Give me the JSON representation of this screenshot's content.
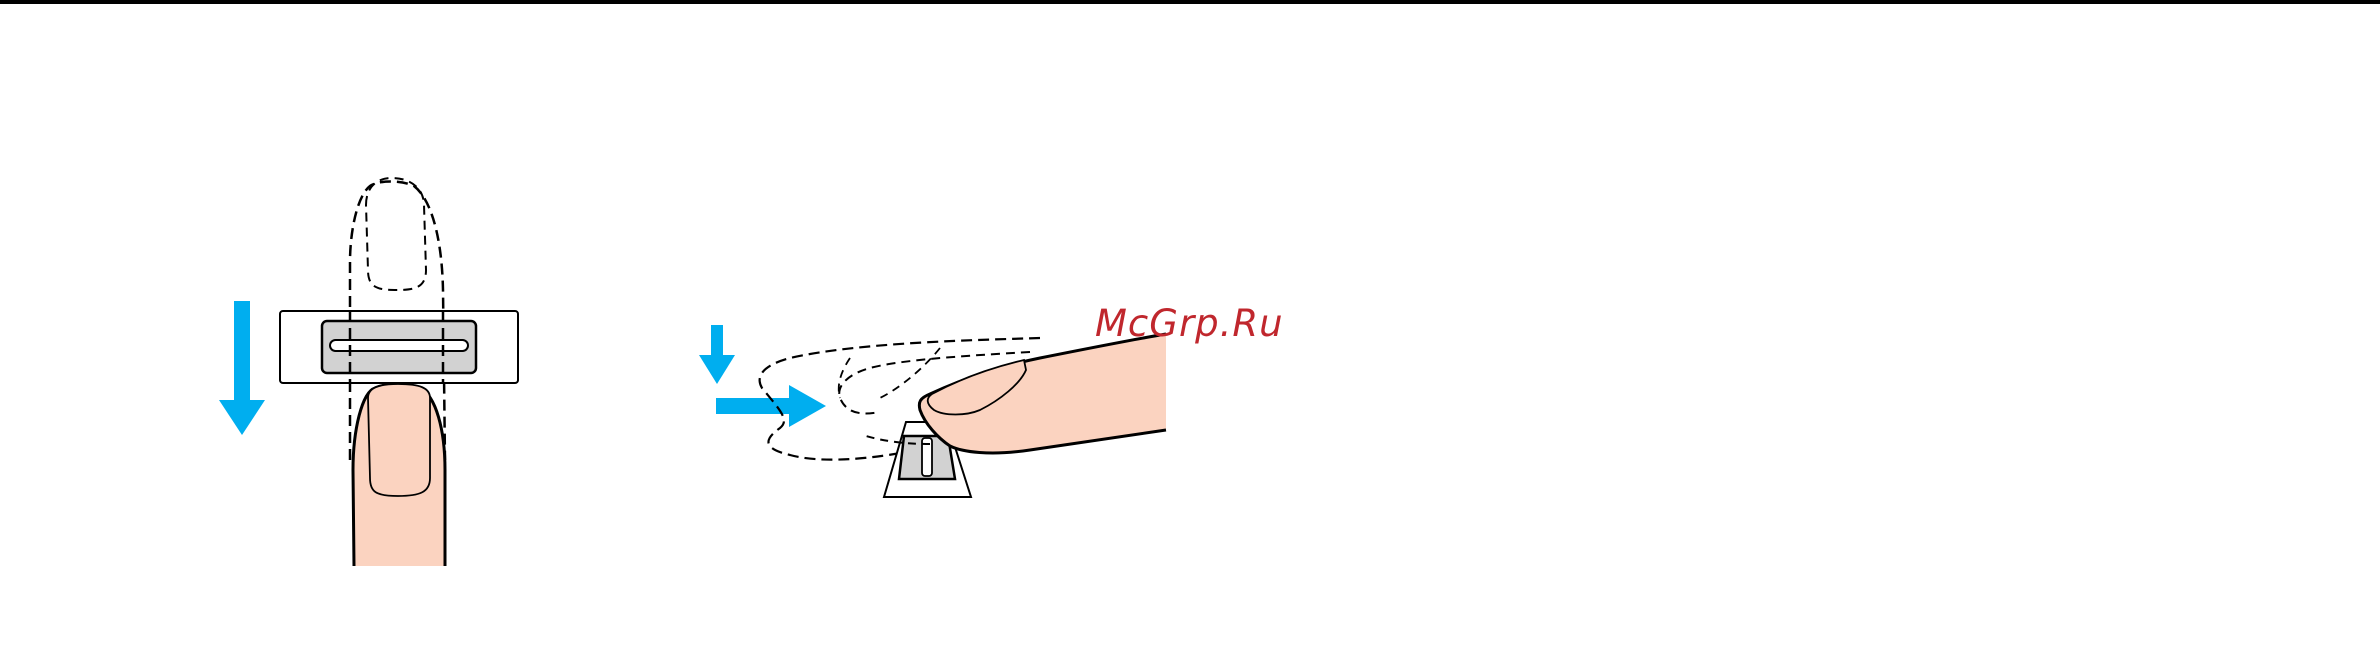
{
  "watermark": {
    "text": "McGrp.Ru"
  },
  "colors": {
    "arrow": "#00aeef",
    "skin": "#fbd3c0",
    "sensor_body": "#d2d2d2",
    "outline": "#000000",
    "watermark": "#c0272d"
  },
  "figures": [
    {
      "name": "fingerprint-swipe-top-view",
      "arrow": "down-arrow-icon"
    },
    {
      "name": "fingerprint-swipe-side-view",
      "arrows": [
        "down-arrow-icon",
        "right-arrow-icon"
      ]
    }
  ]
}
